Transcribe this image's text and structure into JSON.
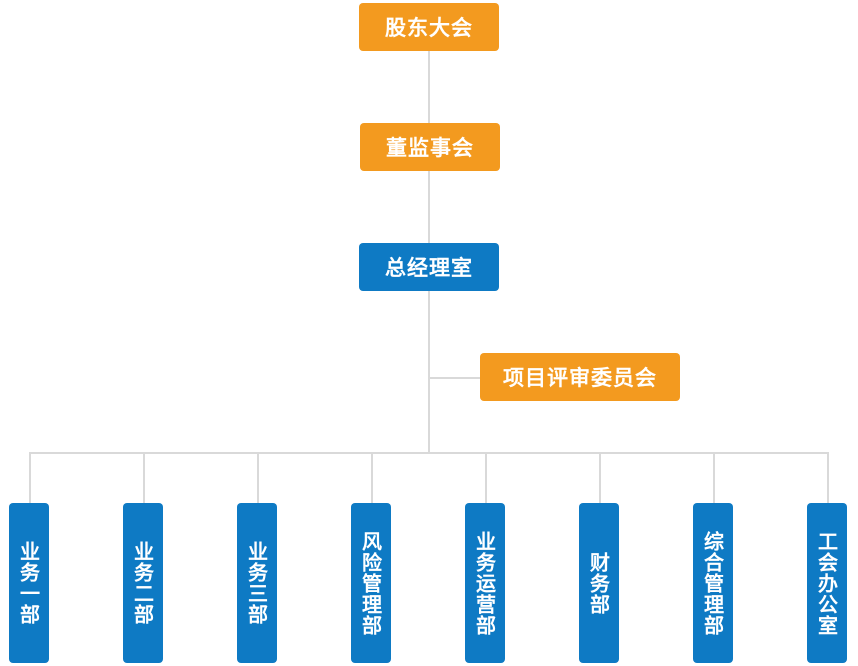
{
  "colors": {
    "primary": "#f39a1f",
    "secondary": "#0e7ac4",
    "connector": "#d9d9d9"
  },
  "top_nodes": {
    "shareholders": "股东大会",
    "board_supervisors": "董监事会",
    "general_manager": "总经理室",
    "project_committee": "项目评审委员会"
  },
  "departments": [
    {
      "label": "业务一部"
    },
    {
      "label": "业务二部"
    },
    {
      "label": "业务三部"
    },
    {
      "label": "风险管理部"
    },
    {
      "label": "业务运营部"
    },
    {
      "label": "财务部"
    },
    {
      "label": "综合管理部"
    },
    {
      "label": "工会办公室"
    }
  ]
}
